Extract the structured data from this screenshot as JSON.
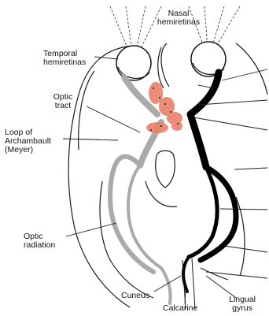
{
  "labels": {
    "nasal_hemiretinas": [
      "Nasal",
      "hemiretinas"
    ],
    "temporal_hemiretinas": [
      "Temporal",
      "hemiretinas"
    ],
    "optic_tract": [
      "Optic",
      "tract"
    ],
    "loop_of_archambault": [
      "Loop of",
      "Archambault",
      "(Meyer)"
    ],
    "optic_radiation": [
      "Optic",
      "radiation"
    ],
    "cuneus": "Cuneus",
    "calcarine": "Calcarine",
    "lingual_gyrus": [
      "Lingual",
      "gyrus"
    ]
  },
  "colors": {
    "line": "#1a1a1a",
    "left_pathway": "#aaaaaa",
    "right_pathway": "#000000",
    "lesion_highlight": "#e8806a"
  }
}
